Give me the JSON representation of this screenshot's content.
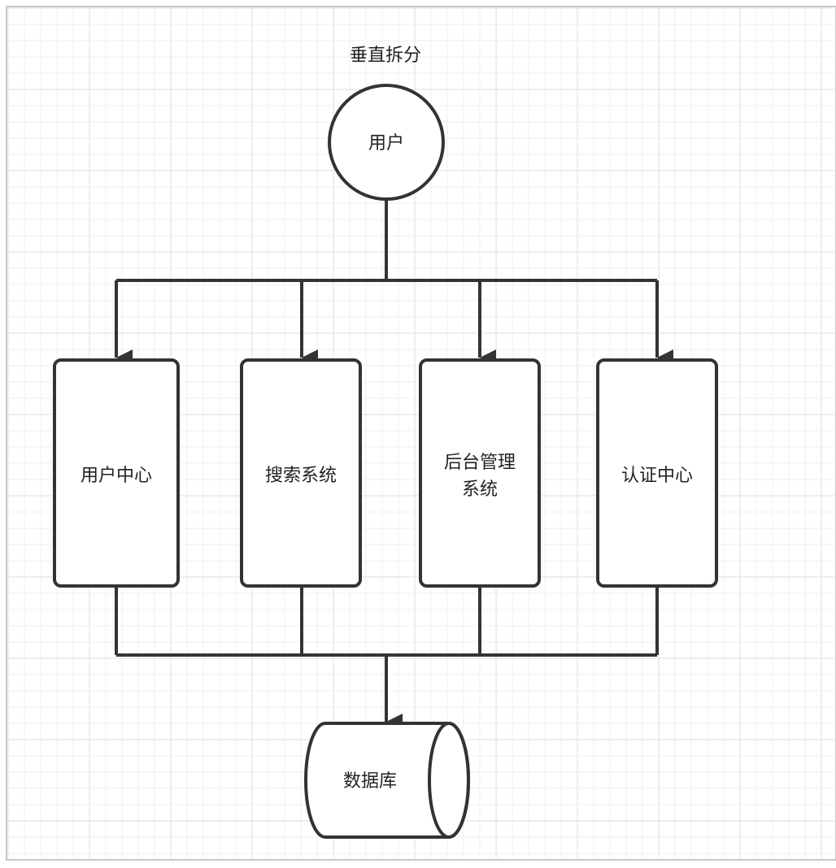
{
  "diagram": {
    "title": "垂直拆分",
    "user_node": {
      "label": "用户"
    },
    "services": [
      {
        "id": "user-center",
        "lines": [
          "用户中心"
        ]
      },
      {
        "id": "search-system",
        "lines": [
          "搜索系统"
        ]
      },
      {
        "id": "admin-system",
        "lines": [
          "后台管理",
          "系统"
        ]
      },
      {
        "id": "auth-center",
        "lines": [
          "认证中心"
        ]
      }
    ],
    "database_node": {
      "label": "数据库"
    }
  },
  "colors": {
    "line": "#333333",
    "background": "#ffffff",
    "grid_minor": "#efefef",
    "grid_major": "#dcdcdc",
    "frame": "#c8c8c8"
  }
}
